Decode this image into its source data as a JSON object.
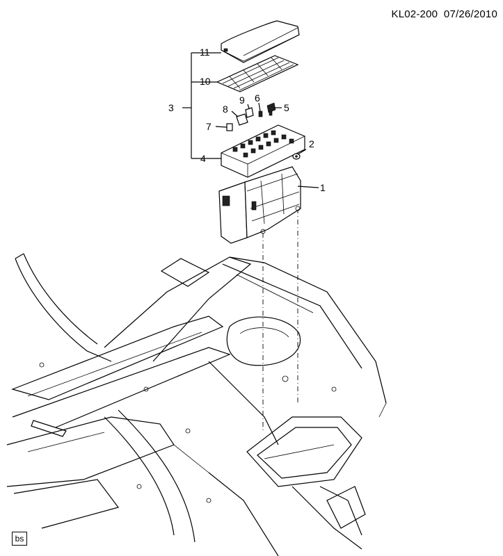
{
  "diagram": {
    "ref_code": "KL02-200",
    "date": "07/26/2010",
    "badge": "bs",
    "callouts": [
      "1",
      "2",
      "3",
      "4",
      "5",
      "6",
      "7",
      "8",
      "9",
      "10",
      "11"
    ]
  }
}
